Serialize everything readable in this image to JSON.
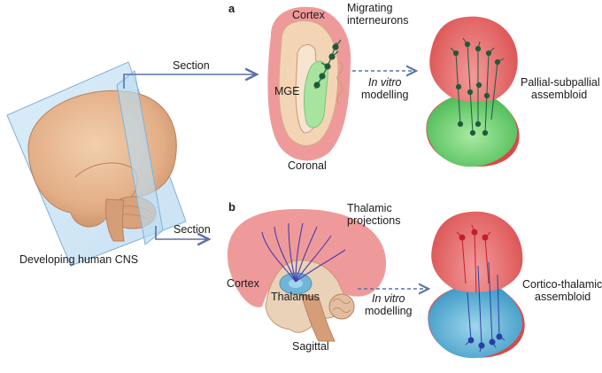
{
  "panels": {
    "a": {
      "letter": "a",
      "cortex": "Cortex",
      "mge": "MGE",
      "coronal": "Coronal",
      "migrating_1": "Migrating",
      "migrating_2": "interneurons",
      "invitro": "In vitro",
      "modelling": "modelling",
      "assembloid_1": "Pallial-subpallial",
      "assembloid_2": "assembloid",
      "section": "Section"
    },
    "b": {
      "letter": "b",
      "cortex": "Cortex",
      "thalamus": "Thalamus",
      "sagittal": "Sagittal",
      "projections_1": "Thalamic",
      "projections_2": "projections",
      "invitro": "In vitro",
      "modelling": "modelling",
      "assembloid_1": "Cortico-thalamic",
      "assembloid_2": "assembloid",
      "section": "Section"
    }
  },
  "cns_label": "Developing human CNS",
  "colors": {
    "cortex_pink": "#ee8f8f",
    "mge_green": "#a8e3a0",
    "thalamus_blue": "#6fb6d6",
    "neuron_green": "#1f5a3a",
    "axon_purple": "#4b3aa8",
    "arrow_blue": "#5a70a8",
    "brain_tan": "#e6b896"
  }
}
